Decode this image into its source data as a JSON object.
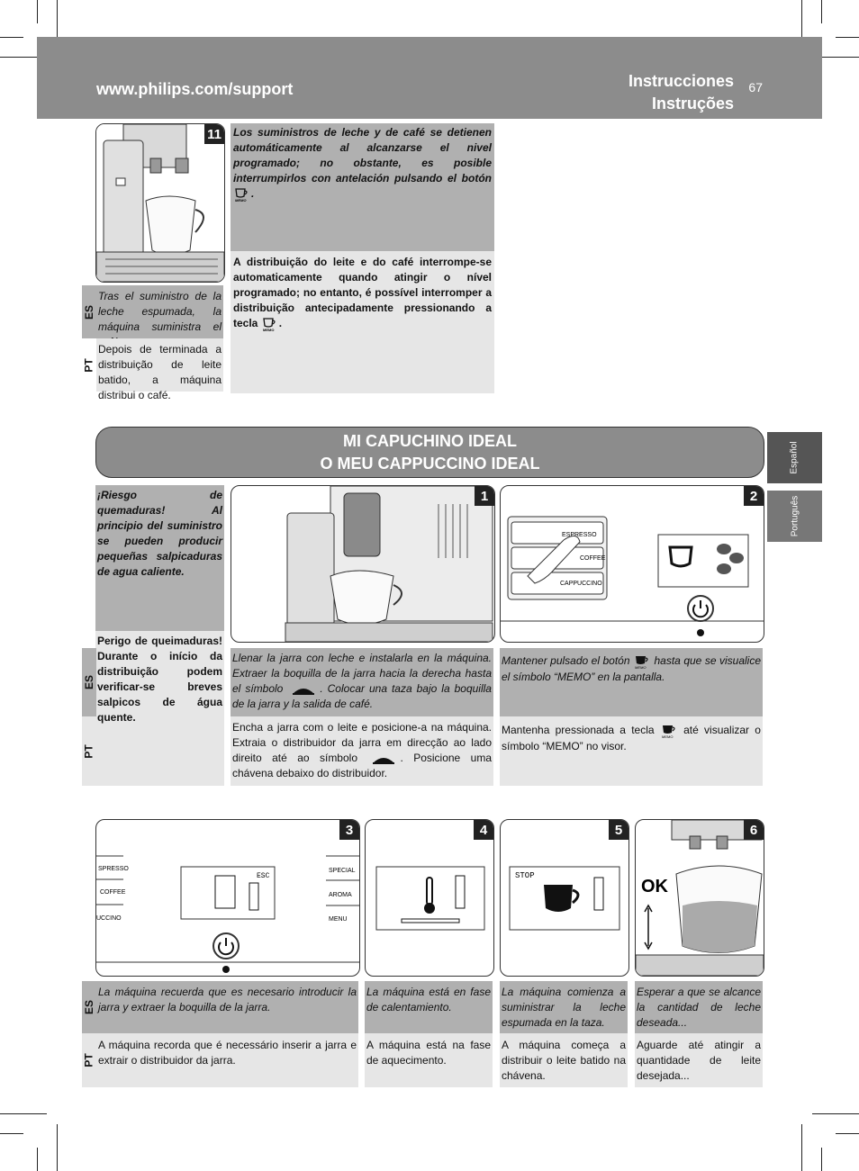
{
  "header": {
    "url": "www.philips.com/support",
    "title_es": "Instrucciones",
    "title_pt": "Instruções",
    "page_number": "67"
  },
  "side_tabs": {
    "es": "Español",
    "pt": "Português"
  },
  "lang_codes": {
    "es": "ES",
    "pt": "PT"
  },
  "top": {
    "step11": {
      "number": "11",
      "es": "Tras el suministro de la leche espumada, la máquina suministra el café.",
      "pt": "Depois de terminada a distribuição de leite batido, a máquina distribui o café."
    },
    "note_es": "Los suministros de leche y de café se detienen automáticamente al alcanzarse el nivel programado; no obstante, es posible interrumpirlos con antelación pulsando el botón",
    "note_es_end": ".",
    "note_pt": "A distribuição do leite e do café interrompe-se automaticamente quando atingir o nível programado; no entanto, é possível interromper a distribuição antecipadamente pressionando a tecla",
    "note_pt_end": "."
  },
  "section": {
    "title_es": "MI CAPUCHINO IDEAL",
    "title_pt": "O MEU CAPPUCCINO IDEAL",
    "warning_es": "¡Riesgo de quemaduras! Al principio del suministro se pueden producir pequeñas salpicaduras de agua caliente.",
    "warning_pt": "Perigo de queimaduras! Durante o início da distribuição podem verificar-se breves salpicos de água quente.",
    "step1": {
      "number": "1",
      "es_a": "Llenar la jarra con leche e instalarla en la máquina. Extraer la boquilla de la jarra hacia la derecha hasta el símbolo",
      "es_b": ". Colocar una taza bajo la boquilla de la jarra y la salida de café.",
      "pt_a": "Encha a jarra com o leite e posicione-a na máquina. Extraia o distribuidor da jarra em direcção ao lado direito até ao símbolo",
      "pt_b": ". Posicione uma chávena debaixo do distribuidor."
    },
    "step2": {
      "number": "2",
      "es_a": "Mantener pulsado el botón",
      "es_b": "hasta que se visualice el símbolo “MEMO” en la pantalla.",
      "pt_a": "Mantenha pressionada a tecla",
      "pt_b": "até visualizar o símbolo “MEMO” no visor.",
      "panel_labels": [
        "ESPRESSO",
        "COFFEE",
        "CAPPUCCINO"
      ]
    },
    "step3": {
      "number": "3",
      "es": "La máquina recuerda que es necesario introducir la jarra y extraer la boquilla de la jarra.",
      "pt": "A máquina recorda que é necessário inserir a jarra e extrair o distribuidor da jarra.",
      "left_labels": [
        "SPRESSO",
        "COFFEE",
        "UCCINO"
      ],
      "right_labels": [
        "SPECIAL",
        "AROMA",
        "MENU"
      ],
      "screen_text": "ESC"
    },
    "step4": {
      "number": "4",
      "es": "La máquina está en fase de calentamiento.",
      "pt": "A máquina está na fase de aquecimento."
    },
    "step5": {
      "number": "5",
      "es": "La máquina comienza a suministrar la leche espumada en la taza.",
      "pt": "A máquina começa a distribuir o leite batido na chávena.",
      "screen_text": "STOP"
    },
    "step6": {
      "number": "6",
      "es": "Esperar a que se alcance la cantidad de leche deseada...",
      "pt": "Aguarde até atingir a quantidade de leite desejada...",
      "ok_label": "OK"
    },
    "memo_label": "MEMO"
  }
}
